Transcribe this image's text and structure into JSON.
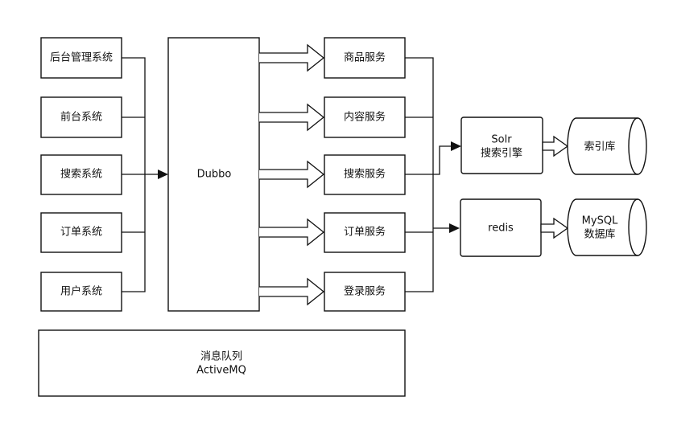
{
  "nodes": {
    "admin_system": "后台管理系统",
    "front_system": "前台系统",
    "search_system": "搜索系统",
    "order_system": "订单系统",
    "user_system": "用户系统",
    "dubbo": "Dubbo",
    "product_service": "商品服务",
    "content_service": "内容服务",
    "search_service": "搜索服务",
    "order_service": "订单服务",
    "login_service": "登录服务",
    "solr_line1": "Solr",
    "solr_line2": "搜索引擎",
    "redis": "redis",
    "index_db": "索引库",
    "mysql_line1": "MySQL",
    "mysql_line2": "数据库",
    "mq_line1": "消息队列",
    "mq_line2": "ActiveMQ"
  }
}
